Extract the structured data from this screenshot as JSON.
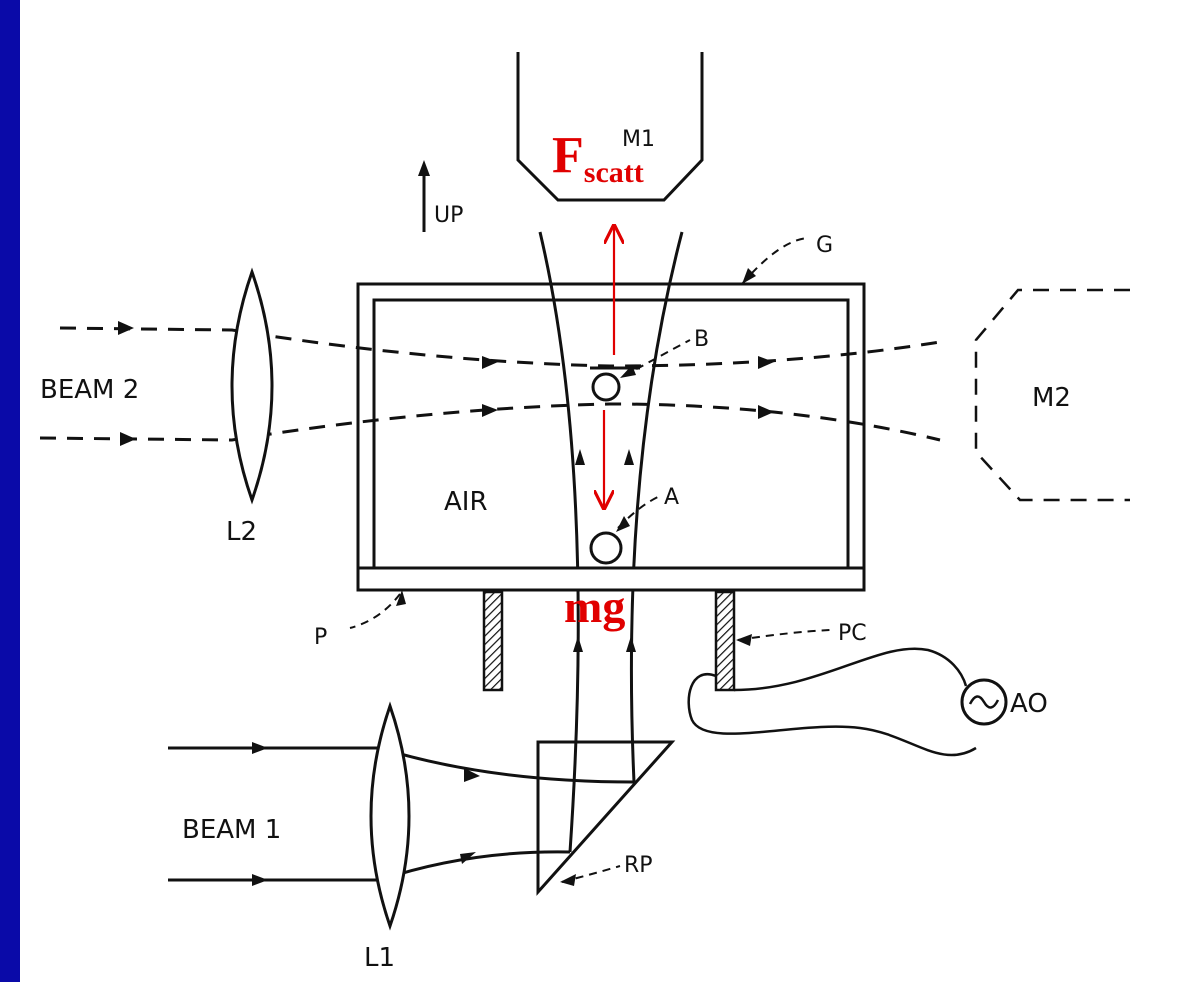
{
  "colors": {
    "slide_background": "#0a0aa8",
    "panel": "#ffffff",
    "ink": "#111111",
    "annotation": "#e00000"
  },
  "labels": {
    "m1": "M1",
    "up": "UP",
    "g": "G",
    "b": "B",
    "beam2": "BEAM 2",
    "m2": "M2",
    "air": "AIR",
    "a": "A",
    "l2": "L2",
    "p": "P",
    "pc": "PC",
    "ao": "AO",
    "beam1": "BEAM 1",
    "rp": "RP",
    "l1": "L1"
  },
  "annotations": {
    "force_main": "F",
    "force_sub": "scatt",
    "weight": "mg"
  },
  "icons": {
    "ac_source": "sine-wave-icon"
  }
}
